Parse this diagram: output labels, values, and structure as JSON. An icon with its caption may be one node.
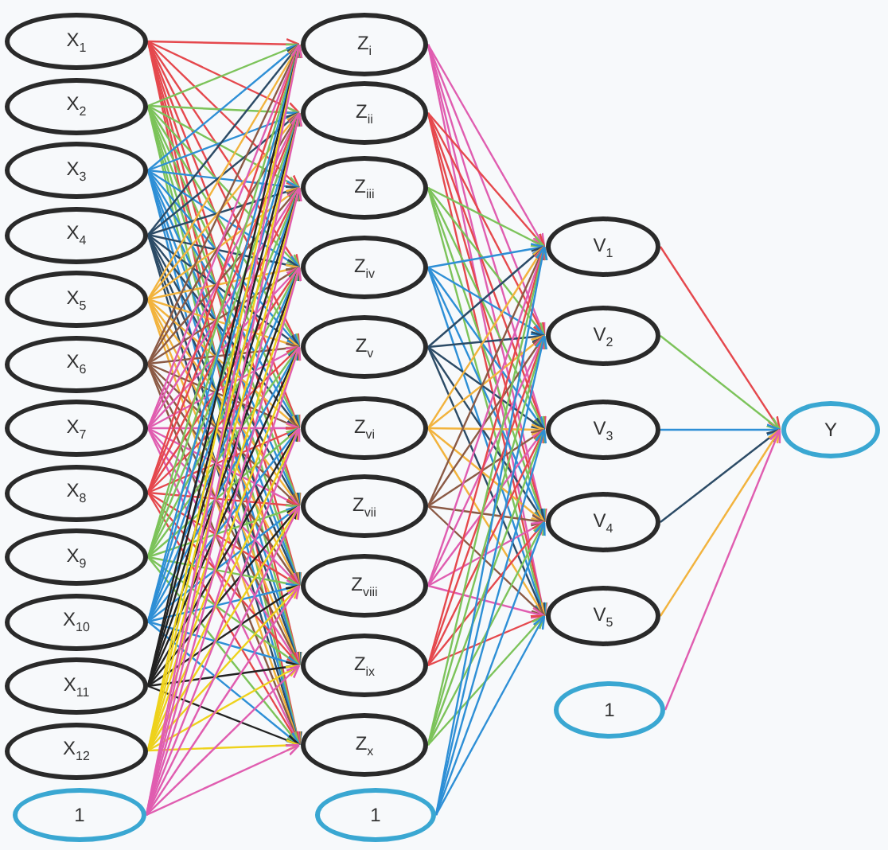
{
  "diagram": {
    "nodes": [
      {
        "text": [
          "X$_{1}$"
        ]
      },
      {
        "text": [
          "X$_{2}$"
        ]
      },
      {
        "text": [
          "X$_{3}$"
        ]
      },
      {
        "text": [
          "X$_{4}$"
        ]
      },
      {
        "text": [
          "X$_{5}$"
        ]
      },
      {
        "text": [
          "X$_{6}$"
        ]
      },
      {
        "text": [
          "X$_{7}$"
        ]
      },
      {
        "text": [
          "X$_{8}$"
        ]
      },
      {
        "text": [
          "X$_{9}$"
        ]
      },
      {
        "text": [
          "X$_{10}$"
        ]
      },
      {
        "text": [
          "X$_{11}$"
        ]
      },
      {
        "text": [
          "X$_{12}$"
        ]
      },
      {
        "text": [
          "1"
        ]
      },
      {
        "text": [
          "Z$_{i}$"
        ]
      },
      {
        "text": [
          "Z$_{ii}$"
        ]
      },
      {
        "text": [
          "Z$_{iii}$"
        ]
      },
      {
        "text": [
          "Z$_{iv}$"
        ]
      },
      {
        "text": [
          "Z$_{v}$"
        ]
      },
      {
        "text": [
          "Z$_{vi}$"
        ]
      },
      {
        "text": [
          "Z$_{vii}$"
        ]
      },
      {
        "text": [
          "Z$_{viii}$"
        ]
      },
      {
        "text": [
          "Z$_{ix}$"
        ]
      },
      {
        "text": [
          "Z$_{x}$"
        ]
      },
      {
        "text": [
          "1"
        ]
      },
      {
        "text": [
          "V$_{1}$"
        ]
      },
      {
        "text": [
          "V$_{2}$"
        ]
      },
      {
        "text": [
          "V$_{3}$"
        ]
      },
      {
        "text": [
          "V$_{4}$"
        ]
      },
      {
        "text": [
          "V$_{5}$"
        ]
      },
      {
        "text": [
          "1"
        ]
      },
      {
        "text": [
          "Y"
        ]
      }
    ],
    "edges": [
      {
        "from": 0,
        "to": 13,
        "arrow": "to",
        "color": "#e5484d"
      },
      {
        "from": 0,
        "to": 14,
        "arrow": "to",
        "color": "#e5484d"
      },
      {
        "from": 0,
        "to": 15,
        "arrow": "to",
        "color": "#e5484d"
      },
      {
        "from": 0,
        "to": 16,
        "arrow": "to",
        "color": "#e5484d"
      },
      {
        "from": 0,
        "to": 17,
        "arrow": "to",
        "color": "#e5484d"
      },
      {
        "from": 0,
        "to": 18,
        "arrow": "to",
        "color": "#e5484d"
      },
      {
        "from": 0,
        "to": 19,
        "arrow": "to",
        "color": "#e5484d"
      },
      {
        "from": 0,
        "to": 20,
        "arrow": "to",
        "color": "#e5484d"
      },
      {
        "from": 0,
        "to": 21,
        "arrow": "to",
        "color": "#e5484d"
      },
      {
        "from": 0,
        "to": 22,
        "arrow": "to",
        "color": "#e5484d"
      },
      {
        "from": 1,
        "to": 13,
        "arrow": "to",
        "color": "#7cc35a"
      },
      {
        "from": 1,
        "to": 14,
        "arrow": "to",
        "color": "#7cc35a"
      },
      {
        "from": 1,
        "to": 15,
        "arrow": "to",
        "color": "#7cc35a"
      },
      {
        "from": 1,
        "to": 16,
        "arrow": "to",
        "color": "#7cc35a"
      },
      {
        "from": 1,
        "to": 17,
        "arrow": "to",
        "color": "#7cc35a"
      },
      {
        "from": 1,
        "to": 18,
        "arrow": "to",
        "color": "#7cc35a"
      },
      {
        "from": 1,
        "to": 19,
        "arrow": "to",
        "color": "#7cc35a"
      },
      {
        "from": 1,
        "to": 20,
        "arrow": "to",
        "color": "#7cc35a"
      },
      {
        "from": 1,
        "to": 21,
        "arrow": "to",
        "color": "#7cc35a"
      },
      {
        "from": 1,
        "to": 22,
        "arrow": "to",
        "color": "#7cc35a"
      },
      {
        "from": 2,
        "to": 13,
        "arrow": "to",
        "color": "#2e8fd6"
      },
      {
        "from": 2,
        "to": 14,
        "arrow": "to",
        "color": "#2e8fd6"
      },
      {
        "from": 2,
        "to": 15,
        "arrow": "to",
        "color": "#2e8fd6"
      },
      {
        "from": 2,
        "to": 16,
        "arrow": "to",
        "color": "#2e8fd6"
      },
      {
        "from": 2,
        "to": 17,
        "arrow": "to",
        "color": "#2e8fd6"
      },
      {
        "from": 2,
        "to": 18,
        "arrow": "to",
        "color": "#2e8fd6"
      },
      {
        "from": 2,
        "to": 19,
        "arrow": "to",
        "color": "#2e8fd6"
      },
      {
        "from": 2,
        "to": 20,
        "arrow": "to",
        "color": "#2e8fd6"
      },
      {
        "from": 2,
        "to": 21,
        "arrow": "to",
        "color": "#2e8fd6"
      },
      {
        "from": 2,
        "to": 22,
        "arrow": "to",
        "color": "#2e8fd6"
      },
      {
        "from": 3,
        "to": 13,
        "arrow": "to",
        "color": "#2c4b66"
      },
      {
        "from": 3,
        "to": 14,
        "arrow": "to",
        "color": "#2c4b66"
      },
      {
        "from": 3,
        "to": 15,
        "arrow": "to",
        "color": "#2c4b66"
      },
      {
        "from": 3,
        "to": 16,
        "arrow": "to",
        "color": "#2c4b66"
      },
      {
        "from": 3,
        "to": 17,
        "arrow": "to",
        "color": "#2c4b66"
      },
      {
        "from": 3,
        "to": 18,
        "arrow": "to",
        "color": "#2c4b66"
      },
      {
        "from": 3,
        "to": 19,
        "arrow": "to",
        "color": "#2c4b66"
      },
      {
        "from": 3,
        "to": 20,
        "arrow": "to",
        "color": "#2c4b66"
      },
      {
        "from": 3,
        "to": 21,
        "arrow": "to",
        "color": "#2c4b66"
      },
      {
        "from": 3,
        "to": 22,
        "arrow": "to",
        "color": "#2c4b66"
      },
      {
        "from": 4,
        "to": 13,
        "arrow": "to",
        "color": "#f2b33d"
      },
      {
        "from": 4,
        "to": 14,
        "arrow": "to",
        "color": "#f2b33d"
      },
      {
        "from": 4,
        "to": 15,
        "arrow": "to",
        "color": "#f2b33d"
      },
      {
        "from": 4,
        "to": 16,
        "arrow": "to",
        "color": "#f2b33d"
      },
      {
        "from": 4,
        "to": 17,
        "arrow": "to",
        "color": "#f2b33d"
      },
      {
        "from": 4,
        "to": 18,
        "arrow": "to",
        "color": "#f2b33d"
      },
      {
        "from": 4,
        "to": 19,
        "arrow": "to",
        "color": "#f2b33d"
      },
      {
        "from": 4,
        "to": 20,
        "arrow": "to",
        "color": "#f2b33d"
      },
      {
        "from": 4,
        "to": 21,
        "arrow": "to",
        "color": "#f2b33d"
      },
      {
        "from": 4,
        "to": 22,
        "arrow": "to",
        "color": "#f2b33d"
      },
      {
        "from": 5,
        "to": 13,
        "arrow": "to",
        "color": "#8b5a45"
      },
      {
        "from": 5,
        "to": 14,
        "arrow": "to",
        "color": "#8b5a45"
      },
      {
        "from": 5,
        "to": 15,
        "arrow": "to",
        "color": "#8b5a45"
      },
      {
        "from": 5,
        "to": 16,
        "arrow": "to",
        "color": "#8b5a45"
      },
      {
        "from": 5,
        "to": 17,
        "arrow": "to",
        "color": "#8b5a45"
      },
      {
        "from": 5,
        "to": 18,
        "arrow": "to",
        "color": "#8b5a45"
      },
      {
        "from": 5,
        "to": 19,
        "arrow": "to",
        "color": "#8b5a45"
      },
      {
        "from": 5,
        "to": 20,
        "arrow": "to",
        "color": "#8b5a45"
      },
      {
        "from": 5,
        "to": 21,
        "arrow": "to",
        "color": "#8b5a45"
      },
      {
        "from": 5,
        "to": 22,
        "arrow": "to",
        "color": "#8b5a45"
      },
      {
        "from": 6,
        "to": 13,
        "arrow": "to",
        "color": "#e05db0"
      },
      {
        "from": 6,
        "to": 14,
        "arrow": "to",
        "color": "#e05db0"
      },
      {
        "from": 6,
        "to": 15,
        "arrow": "to",
        "color": "#e05db0"
      },
      {
        "from": 6,
        "to": 16,
        "arrow": "to",
        "color": "#e05db0"
      },
      {
        "from": 6,
        "to": 17,
        "arrow": "to",
        "color": "#e05db0"
      },
      {
        "from": 6,
        "to": 18,
        "arrow": "to",
        "color": "#e05db0"
      },
      {
        "from": 6,
        "to": 19,
        "arrow": "to",
        "color": "#e05db0"
      },
      {
        "from": 6,
        "to": 20,
        "arrow": "to",
        "color": "#e05db0"
      },
      {
        "from": 6,
        "to": 21,
        "arrow": "to",
        "color": "#e05db0"
      },
      {
        "from": 6,
        "to": 22,
        "arrow": "to",
        "color": "#e05db0"
      },
      {
        "from": 7,
        "to": 13,
        "arrow": "to",
        "color": "#e5484d"
      },
      {
        "from": 7,
        "to": 14,
        "arrow": "to",
        "color": "#e5484d"
      },
      {
        "from": 7,
        "to": 15,
        "arrow": "to",
        "color": "#e5484d"
      },
      {
        "from": 7,
        "to": 16,
        "arrow": "to",
        "color": "#e5484d"
      },
      {
        "from": 7,
        "to": 17,
        "arrow": "to",
        "color": "#e5484d"
      },
      {
        "from": 7,
        "to": 18,
        "arrow": "to",
        "color": "#e5484d"
      },
      {
        "from": 7,
        "to": 19,
        "arrow": "to",
        "color": "#e5484d"
      },
      {
        "from": 7,
        "to": 20,
        "arrow": "to",
        "color": "#e5484d"
      },
      {
        "from": 7,
        "to": 21,
        "arrow": "to",
        "color": "#e5484d"
      },
      {
        "from": 7,
        "to": 22,
        "arrow": "to",
        "color": "#e5484d"
      },
      {
        "from": 8,
        "to": 13,
        "arrow": "to",
        "color": "#7cc35a"
      },
      {
        "from": 8,
        "to": 14,
        "arrow": "to",
        "color": "#7cc35a"
      },
      {
        "from": 8,
        "to": 15,
        "arrow": "to",
        "color": "#7cc35a"
      },
      {
        "from": 8,
        "to": 16,
        "arrow": "to",
        "color": "#7cc35a"
      },
      {
        "from": 8,
        "to": 17,
        "arrow": "to",
        "color": "#7cc35a"
      },
      {
        "from": 8,
        "to": 18,
        "arrow": "to",
        "color": "#7cc35a"
      },
      {
        "from": 8,
        "to": 19,
        "arrow": "to",
        "color": "#7cc35a"
      },
      {
        "from": 8,
        "to": 20,
        "arrow": "to",
        "color": "#7cc35a"
      },
      {
        "from": 8,
        "to": 21,
        "arrow": "to",
        "color": "#7cc35a"
      },
      {
        "from": 8,
        "to": 22,
        "arrow": "to",
        "color": "#7cc35a"
      },
      {
        "from": 9,
        "to": 13,
        "arrow": "to",
        "color": "#2e8fd6"
      },
      {
        "from": 9,
        "to": 14,
        "arrow": "to",
        "color": "#2e8fd6"
      },
      {
        "from": 9,
        "to": 15,
        "arrow": "to",
        "color": "#2e8fd6"
      },
      {
        "from": 9,
        "to": 16,
        "arrow": "to",
        "color": "#2e8fd6"
      },
      {
        "from": 9,
        "to": 17,
        "arrow": "to",
        "color": "#2e8fd6"
      },
      {
        "from": 9,
        "to": 18,
        "arrow": "to",
        "color": "#2e8fd6"
      },
      {
        "from": 9,
        "to": 19,
        "arrow": "to",
        "color": "#2e8fd6"
      },
      {
        "from": 9,
        "to": 20,
        "arrow": "to",
        "color": "#2e8fd6"
      },
      {
        "from": 9,
        "to": 21,
        "arrow": "to",
        "color": "#2e8fd6"
      },
      {
        "from": 9,
        "to": 22,
        "arrow": "to",
        "color": "#2e8fd6"
      },
      {
        "from": 10,
        "to": 13,
        "arrow": "to",
        "color": "#222222"
      },
      {
        "from": 10,
        "to": 14,
        "arrow": "to",
        "color": "#222222"
      },
      {
        "from": 10,
        "to": 15,
        "arrow": "to",
        "color": "#222222"
      },
      {
        "from": 10,
        "to": 16,
        "arrow": "to",
        "color": "#222222"
      },
      {
        "from": 10,
        "to": 17,
        "arrow": "to",
        "color": "#222222"
      },
      {
        "from": 10,
        "to": 18,
        "arrow": "to",
        "color": "#222222"
      },
      {
        "from": 10,
        "to": 19,
        "arrow": "to",
        "color": "#222222"
      },
      {
        "from": 10,
        "to": 20,
        "arrow": "to",
        "color": "#222222"
      },
      {
        "from": 10,
        "to": 21,
        "arrow": "to",
        "color": "#222222"
      },
      {
        "from": 10,
        "to": 22,
        "arrow": "to",
        "color": "#222222"
      },
      {
        "from": 11,
        "to": 13,
        "arrow": "to",
        "color": "#eed21c"
      },
      {
        "from": 11,
        "to": 14,
        "arrow": "to",
        "color": "#eed21c"
      },
      {
        "from": 11,
        "to": 15,
        "arrow": "to",
        "color": "#eed21c"
      },
      {
        "from": 11,
        "to": 16,
        "arrow": "to",
        "color": "#eed21c"
      },
      {
        "from": 11,
        "to": 17,
        "arrow": "to",
        "color": "#eed21c"
      },
      {
        "from": 11,
        "to": 18,
        "arrow": "to",
        "color": "#eed21c"
      },
      {
        "from": 11,
        "to": 19,
        "arrow": "to",
        "color": "#eed21c"
      },
      {
        "from": 11,
        "to": 20,
        "arrow": "to",
        "color": "#eed21c"
      },
      {
        "from": 11,
        "to": 21,
        "arrow": "to",
        "color": "#eed21c"
      },
      {
        "from": 11,
        "to": 22,
        "arrow": "to",
        "color": "#eed21c"
      },
      {
        "from": 12,
        "to": 13,
        "arrow": "to",
        "color": "#e05db0"
      },
      {
        "from": 12,
        "to": 14,
        "arrow": "to",
        "color": "#e05db0"
      },
      {
        "from": 12,
        "to": 15,
        "arrow": "to",
        "color": "#e05db0"
      },
      {
        "from": 12,
        "to": 16,
        "arrow": "to",
        "color": "#e05db0"
      },
      {
        "from": 12,
        "to": 17,
        "arrow": "to",
        "color": "#e05db0"
      },
      {
        "from": 12,
        "to": 18,
        "arrow": "to",
        "color": "#e05db0"
      },
      {
        "from": 12,
        "to": 19,
        "arrow": "to",
        "color": "#e05db0"
      },
      {
        "from": 12,
        "to": 20,
        "arrow": "to",
        "color": "#e05db0"
      },
      {
        "from": 12,
        "to": 21,
        "arrow": "to",
        "color": "#e05db0"
      },
      {
        "from": 12,
        "to": 22,
        "arrow": "to",
        "color": "#e05db0"
      },
      {
        "from": 13,
        "to": 24,
        "arrow": "to",
        "color": "#e05db0"
      },
      {
        "from": 13,
        "to": 25,
        "arrow": "to",
        "color": "#e05db0"
      },
      {
        "from": 13,
        "to": 26,
        "arrow": "to",
        "color": "#e05db0"
      },
      {
        "from": 13,
        "to": 27,
        "arrow": "to",
        "color": "#e05db0"
      },
      {
        "from": 13,
        "to": 28,
        "arrow": "to",
        "color": "#e05db0"
      },
      {
        "from": 14,
        "to": 24,
        "arrow": "to",
        "color": "#e5484d"
      },
      {
        "from": 14,
        "to": 25,
        "arrow": "to",
        "color": "#e5484d"
      },
      {
        "from": 14,
        "to": 26,
        "arrow": "to",
        "color": "#e5484d"
      },
      {
        "from": 14,
        "to": 27,
        "arrow": "to",
        "color": "#e5484d"
      },
      {
        "from": 14,
        "to": 28,
        "arrow": "to",
        "color": "#e5484d"
      },
      {
        "from": 15,
        "to": 24,
        "arrow": "to",
        "color": "#7cc35a"
      },
      {
        "from": 15,
        "to": 25,
        "arrow": "to",
        "color": "#7cc35a"
      },
      {
        "from": 15,
        "to": 26,
        "arrow": "to",
        "color": "#7cc35a"
      },
      {
        "from": 15,
        "to": 27,
        "arrow": "to",
        "color": "#7cc35a"
      },
      {
        "from": 15,
        "to": 28,
        "arrow": "to",
        "color": "#7cc35a"
      },
      {
        "from": 16,
        "to": 24,
        "arrow": "to",
        "color": "#2e8fd6"
      },
      {
        "from": 16,
        "to": 25,
        "arrow": "to",
        "color": "#2e8fd6"
      },
      {
        "from": 16,
        "to": 26,
        "arrow": "to",
        "color": "#2e8fd6"
      },
      {
        "from": 16,
        "to": 27,
        "arrow": "to",
        "color": "#2e8fd6"
      },
      {
        "from": 16,
        "to": 28,
        "arrow": "to",
        "color": "#2e8fd6"
      },
      {
        "from": 17,
        "to": 24,
        "arrow": "to",
        "color": "#2c4b66"
      },
      {
        "from": 17,
        "to": 25,
        "arrow": "to",
        "color": "#2c4b66"
      },
      {
        "from": 17,
        "to": 26,
        "arrow": "to",
        "color": "#2c4b66"
      },
      {
        "from": 17,
        "to": 27,
        "arrow": "to",
        "color": "#2c4b66"
      },
      {
        "from": 17,
        "to": 28,
        "arrow": "to",
        "color": "#2c4b66"
      },
      {
        "from": 18,
        "to": 24,
        "arrow": "to",
        "color": "#f2b33d"
      },
      {
        "from": 18,
        "to": 25,
        "arrow": "to",
        "color": "#f2b33d"
      },
      {
        "from": 18,
        "to": 26,
        "arrow": "to",
        "color": "#f2b33d"
      },
      {
        "from": 18,
        "to": 27,
        "arrow": "to",
        "color": "#f2b33d"
      },
      {
        "from": 18,
        "to": 28,
        "arrow": "to",
        "color": "#f2b33d"
      },
      {
        "from": 19,
        "to": 24,
        "arrow": "to",
        "color": "#8b5a45"
      },
      {
        "from": 19,
        "to": 25,
        "arrow": "to",
        "color": "#8b5a45"
      },
      {
        "from": 19,
        "to": 26,
        "arrow": "to",
        "color": "#8b5a45"
      },
      {
        "from": 19,
        "to": 27,
        "arrow": "to",
        "color": "#8b5a45"
      },
      {
        "from": 19,
        "to": 28,
        "arrow": "to",
        "color": "#8b5a45"
      },
      {
        "from": 20,
        "to": 24,
        "arrow": "to",
        "color": "#e05db0"
      },
      {
        "from": 20,
        "to": 25,
        "arrow": "to",
        "color": "#e05db0"
      },
      {
        "from": 20,
        "to": 26,
        "arrow": "to",
        "color": "#e05db0"
      },
      {
        "from": 20,
        "to": 27,
        "arrow": "to",
        "color": "#e05db0"
      },
      {
        "from": 20,
        "to": 28,
        "arrow": "to",
        "color": "#e05db0"
      },
      {
        "from": 21,
        "to": 24,
        "arrow": "to",
        "color": "#e5484d"
      },
      {
        "from": 21,
        "to": 25,
        "arrow": "to",
        "color": "#e5484d"
      },
      {
        "from": 21,
        "to": 26,
        "arrow": "to",
        "color": "#e5484d"
      },
      {
        "from": 21,
        "to": 27,
        "arrow": "to",
        "color": "#e5484d"
      },
      {
        "from": 21,
        "to": 28,
        "arrow": "to",
        "color": "#e5484d"
      },
      {
        "from": 22,
        "to": 24,
        "arrow": "to",
        "color": "#7cc35a"
      },
      {
        "from": 22,
        "to": 25,
        "arrow": "to",
        "color": "#7cc35a"
      },
      {
        "from": 22,
        "to": 26,
        "arrow": "to",
        "color": "#7cc35a"
      },
      {
        "from": 22,
        "to": 27,
        "arrow": "to",
        "color": "#7cc35a"
      },
      {
        "from": 22,
        "to": 28,
        "arrow": "to",
        "color": "#7cc35a"
      },
      {
        "from": 23,
        "to": 24,
        "arrow": "to",
        "color": "#2e8fd6"
      },
      {
        "from": 23,
        "to": 25,
        "arrow": "to",
        "color": "#2e8fd6"
      },
      {
        "from": 23,
        "to": 26,
        "arrow": "to",
        "color": "#2e8fd6"
      },
      {
        "from": 23,
        "to": 27,
        "arrow": "to",
        "color": "#2e8fd6"
      },
      {
        "from": 23,
        "to": 28,
        "arrow": "to",
        "color": "#2e8fd6"
      },
      {
        "from": 24,
        "to": 30,
        "arrow": "to",
        "color": "#e5484d"
      },
      {
        "from": 25,
        "to": 30,
        "arrow": "to",
        "color": "#7cc35a"
      },
      {
        "from": 26,
        "to": 30,
        "arrow": "to",
        "color": "#2e8fd6"
      },
      {
        "from": 27,
        "to": 30,
        "arrow": "to",
        "color": "#2c4b66"
      },
      {
        "from": 28,
        "to": 30,
        "arrow": "to",
        "color": "#f2b33d"
      },
      {
        "from": 29,
        "to": 30,
        "arrow": "to",
        "color": "#e05db0"
      }
    ]
  }
}
